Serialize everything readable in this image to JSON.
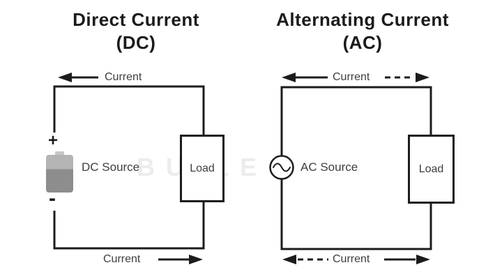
{
  "colors": {
    "background": "#ffffff",
    "line": "#1c1c1c",
    "title_text": "#1b1b1b",
    "label_text": "#3e3e3e",
    "battery_top": "#b4b4b4",
    "battery_body": "#8d8d8d",
    "battery_terminal": "#c6c6c6",
    "watermark": "#ececec"
  },
  "watermark_text": "BU LE",
  "dc_panel": {
    "title_line1": "Direct Current",
    "title_line2": "(DC)",
    "top_current_label": "Current",
    "bottom_current_label": "Current",
    "source_label": "DC Source",
    "positive_sign": "+",
    "negative_sign": "-",
    "load_label": "Load"
  },
  "ac_panel": {
    "title_line1": "Alternating Current",
    "title_line2": "(AC)",
    "top_current_label": "Current",
    "bottom_current_label": "Current",
    "source_label": "AC Source",
    "load_label": "Load"
  }
}
